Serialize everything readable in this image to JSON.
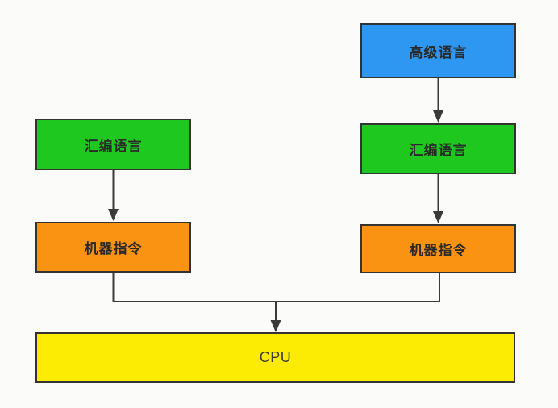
{
  "diagram": {
    "title": "language-to-cpu-flow",
    "background": "#fbfbf9",
    "line_color": "#3a3a3a",
    "border_color": "#333333",
    "nodes": {
      "high_level": {
        "label": "高级语言",
        "fill": "#2e97f2"
      },
      "assembly_left": {
        "label": "汇编语言",
        "fill": "#1ec81e"
      },
      "assembly_right": {
        "label": "汇编语言",
        "fill": "#1ec81e"
      },
      "machine_left": {
        "label": "机器指令",
        "fill": "#fb9312"
      },
      "machine_right": {
        "label": "机器指令",
        "fill": "#fb9312"
      },
      "cpu": {
        "label": "CPU",
        "fill": "#fcec04"
      }
    }
  }
}
